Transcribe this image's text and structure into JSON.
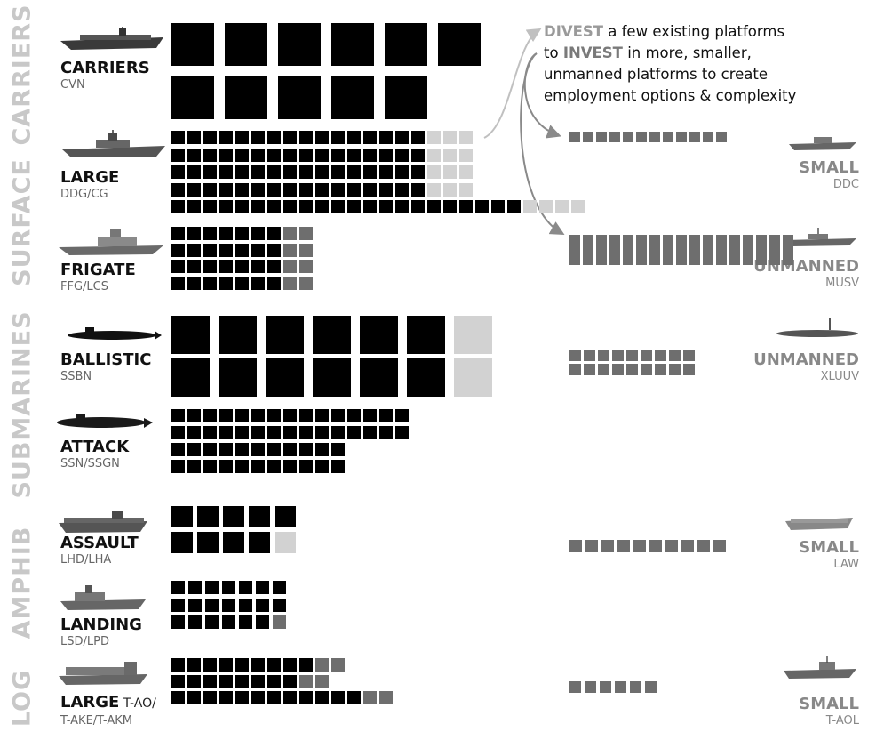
{
  "colors": {
    "current": "#000000",
    "divest": "#d2d2d2",
    "future": "#6e6e6e",
    "category": "#c8c8c8",
    "arrow": "#8a8a8a"
  },
  "categories": [
    "CARRIERS",
    "SURFACE",
    "SUBMARINES",
    "AMPHIB",
    "LOG"
  ],
  "note": {
    "divest": "DIVEST",
    "line1_rest": " a few existing platforms",
    "to": "to ",
    "invest": "INVEST",
    "line2_rest": " in more, smaller,",
    "line3": "unmanned platforms to create",
    "line4": "employment options & complexity"
  },
  "current_fleet": [
    {
      "title": "CARRIERS",
      "subtitle": "CVN",
      "icon": "aircraft-carrier-icon",
      "current": 11,
      "divest": 0,
      "future_add": 0
    },
    {
      "title": "LARGE",
      "subtitle": "DDG/CG",
      "icon": "destroyer-icon",
      "current": 86,
      "divest": 16,
      "future_add": 0
    },
    {
      "title": "FRIGATE",
      "subtitle": "FFG/LCS",
      "icon": "frigate-icon",
      "current": 28,
      "divest": 0,
      "future_add": 8
    },
    {
      "title": "BALLISTIC",
      "subtitle": "SSBN",
      "icon": "ballistic-submarine-icon",
      "current": 12,
      "divest": 2,
      "future_add": 0
    },
    {
      "title": "ATTACK",
      "subtitle": "SSN/SSGN",
      "icon": "attack-submarine-icon",
      "current": 52,
      "divest": 0,
      "future_add": 0
    },
    {
      "title": "ASSAULT",
      "subtitle": "LHD/LHA",
      "icon": "amphibious-assault-ship-icon",
      "current": 9,
      "divest": 1,
      "future_add": 0
    },
    {
      "title": "LANDING",
      "subtitle": "LSD/LPD",
      "icon": "landing-ship-icon",
      "current": 20,
      "divest": 0,
      "future_add": 1
    },
    {
      "title": "LARGE",
      "title_extra": " T-AO/",
      "subtitle": "T-AKE/T-AKM",
      "icon": "replenishment-oiler-icon",
      "current": 29,
      "divest": 0,
      "future_add": 6
    }
  ],
  "future_platforms": [
    {
      "title": "SMALL",
      "subtitle": "DDC",
      "icon": "small-combatant-icon",
      "count": 12
    },
    {
      "title": "UNMANNED",
      "subtitle": "MUSV",
      "icon": "unmanned-surface-vessel-icon",
      "count": 51
    },
    {
      "title": "UNMANNED",
      "subtitle": "XLUUV",
      "icon": "unmanned-underwater-vehicle-icon",
      "count": 18
    },
    {
      "title": "SMALL",
      "subtitle": "LAW",
      "icon": "light-amphibious-warship-icon",
      "count": 10
    },
    {
      "title": "SMALL",
      "subtitle": "T-AOL",
      "icon": "small-oiler-icon",
      "count": 6
    }
  ]
}
